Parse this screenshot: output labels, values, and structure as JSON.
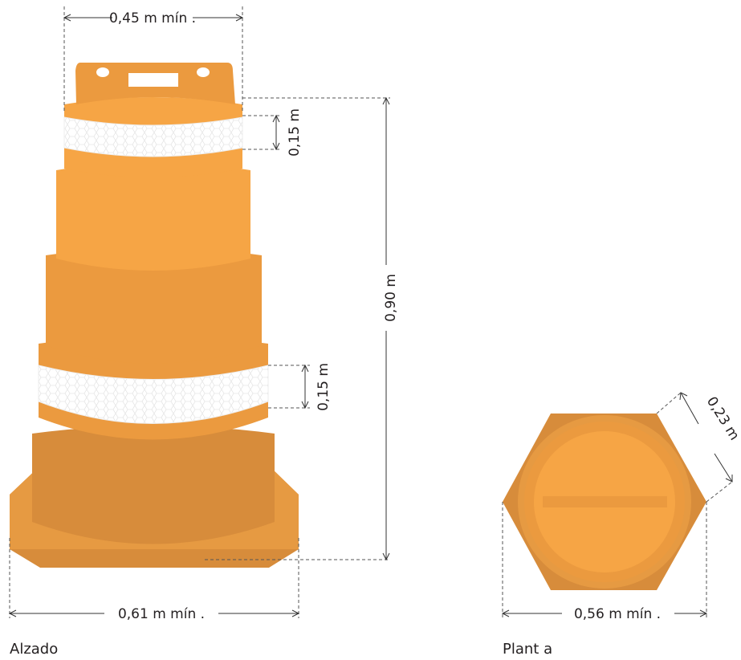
{
  "dimensions": {
    "top_width": "0,45 m mín .",
    "upper_band": "0,15 m",
    "total_height": "0,90 m",
    "lower_band": "0,15 m",
    "base_width": "0,61 m mín .",
    "plan_width": "0,56 m mín .",
    "plan_side": "0,23 m"
  },
  "captions": {
    "elevation": "Alzado",
    "plan": "Plant a"
  },
  "colors": {
    "orange_light": "#f6a545",
    "orange_mid": "#eb9a3f",
    "orange_dark": "#d78c3b",
    "reflective": "#ffffff"
  }
}
